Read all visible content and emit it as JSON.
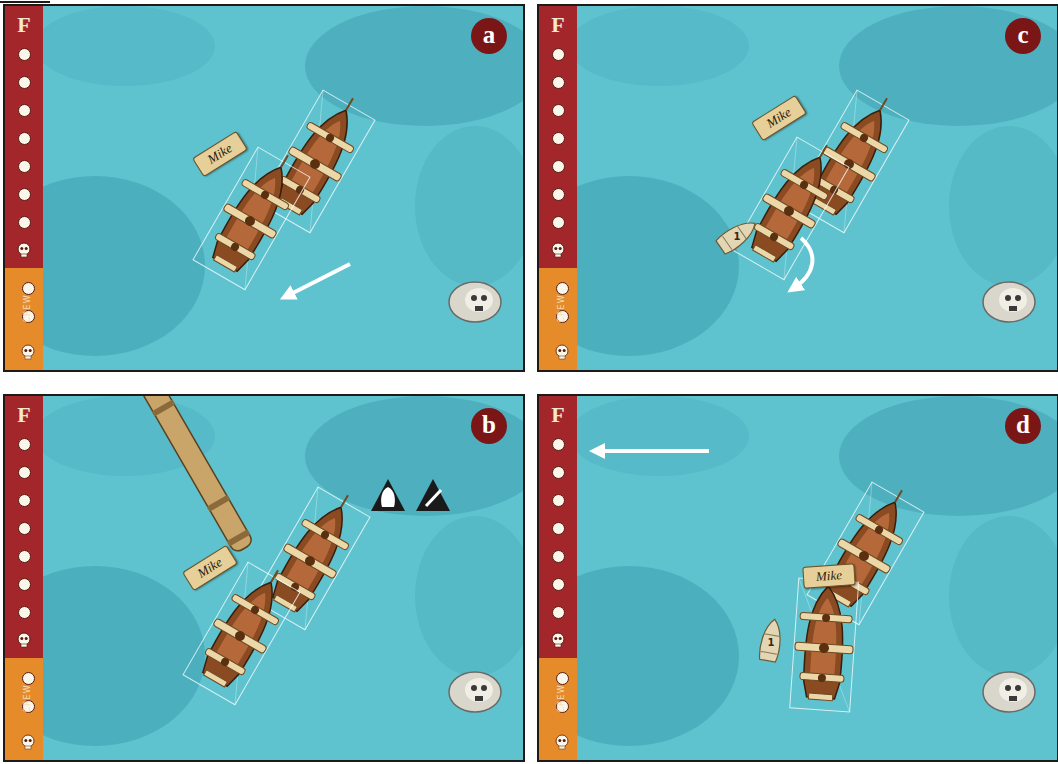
{
  "diagram": {
    "nodes": [
      {
        "text": [
          "F"
        ]
      },
      {
        "text": [
          "CREW"
        ]
      },
      {
        "text": [
          "Mike"
        ]
      },
      {
        "text": [
          "a"
        ]
      },
      {
        "text": [
          "F"
        ]
      },
      {
        "text": [
          "CREW"
        ]
      },
      {
        "text": [
          "Mike"
        ]
      },
      {
        "text": [
          "c"
        ]
      },
      {
        "text": [
          "F"
        ]
      },
      {
        "text": [
          "CREW"
        ]
      },
      {
        "text": [
          "Mike"
        ]
      },
      {
        "text": [
          "b"
        ]
      },
      {
        "text": [
          "F"
        ]
      },
      {
        "text": [
          "CREW"
        ]
      },
      {
        "text": [
          "Mike"
        ]
      },
      {
        "text": [
          "d"
        ]
      }
    ],
    "labels": [
      "1",
      "1"
    ]
  }
}
